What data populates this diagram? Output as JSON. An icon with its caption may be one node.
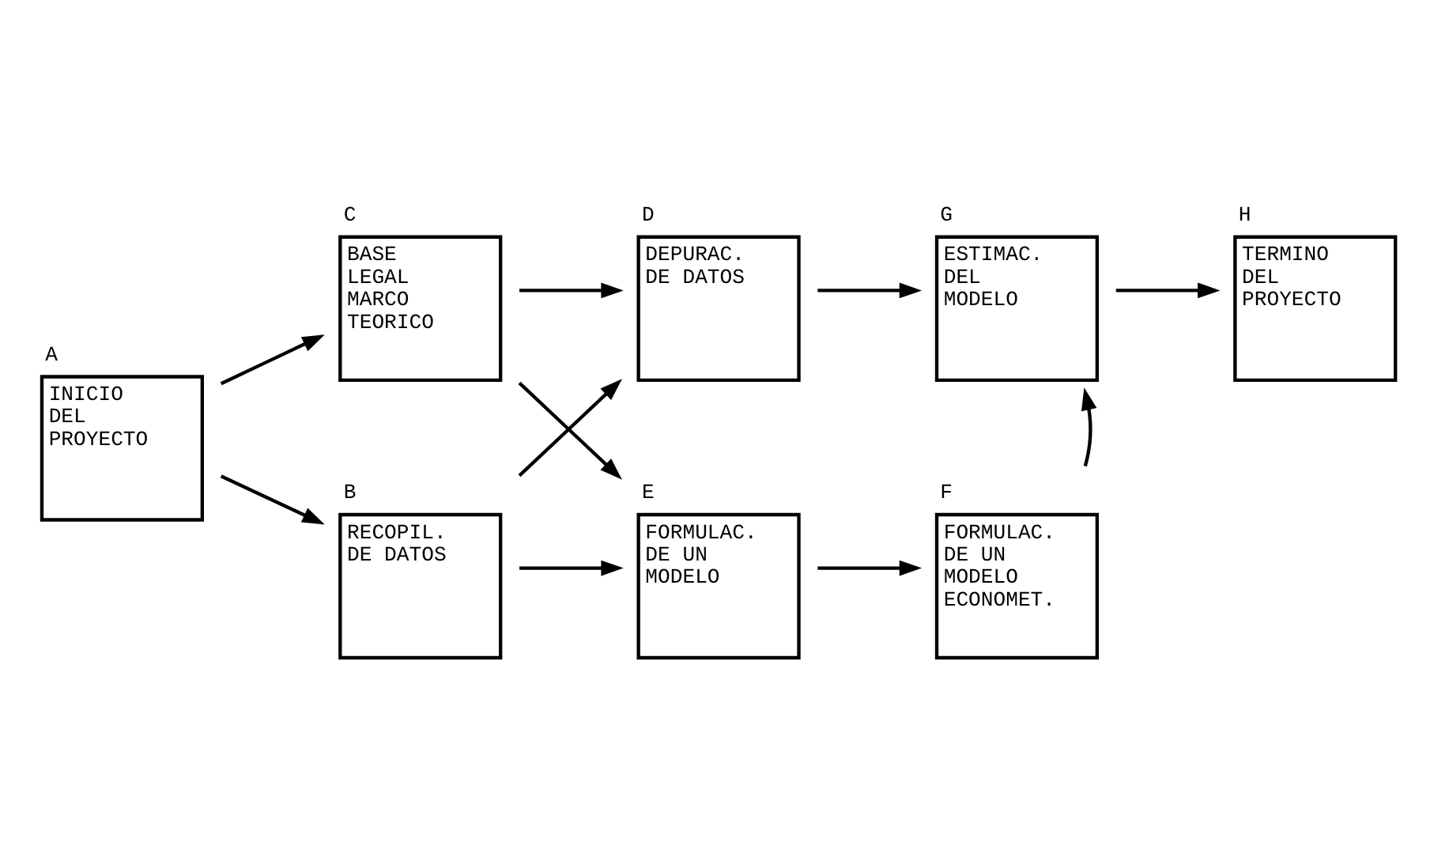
{
  "diagram": {
    "nodes": [
      {
        "text": [
          "INICIO DEL PROYECTO"
        ],
        "beside": [
          "A"
        ]
      },
      {
        "text": [
          "BASE LEGAL MARCO TEORICO"
        ],
        "beside": [
          "C"
        ]
      },
      {
        "text": [
          "DEPURAC. DE DATOS"
        ],
        "beside": [
          "D"
        ]
      },
      {
        "text": [
          "ESTIMAC. DEL MODELO"
        ],
        "beside": [
          "G"
        ]
      },
      {
        "text": [
          "TERMINO DEL PROYECTO"
        ],
        "beside": [
          "H"
        ]
      },
      {
        "text": [
          "RECOPIL. DE DATOS"
        ],
        "beside": [
          "B"
        ]
      },
      {
        "text": [
          "FORMULAC. DE UN MODELO"
        ],
        "beside": [
          "E"
        ]
      },
      {
        "text": [
          "FORMULAC. DE UN MODELO ECONOMET."
        ],
        "beside": [
          "F"
        ]
      }
    ],
    "edges": [
      {
        "from": 0,
        "to": 1,
        "arrow": "to"
      },
      {
        "from": 0,
        "to": 5,
        "arrow": "to"
      },
      {
        "from": 1,
        "to": 2,
        "arrow": "to"
      },
      {
        "from": 2,
        "to": 3,
        "arrow": "to"
      },
      {
        "from": 3,
        "to": 4,
        "arrow": "to"
      },
      {
        "from": 1,
        "to": 6,
        "arrow": "to"
      },
      {
        "from": 5,
        "to": 2,
        "arrow": "to"
      },
      {
        "from": 5,
        "to": 6,
        "arrow": "to"
      },
      {
        "from": 6,
        "to": 7,
        "arrow": "to"
      },
      {
        "from": 7,
        "to": 3,
        "arrow": "to"
      }
    ]
  }
}
